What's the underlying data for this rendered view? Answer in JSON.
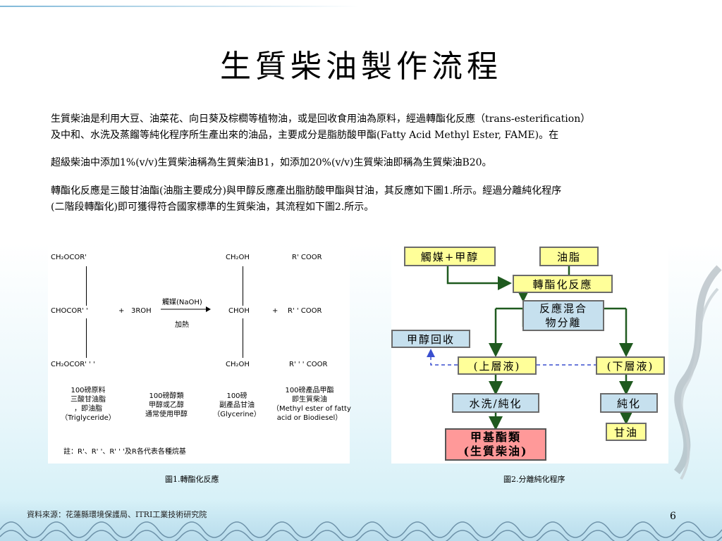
{
  "title": "生質柴油製作流程",
  "paragraphs": {
    "p1_l1": "生質柴油是利用大豆、油菜花、向日葵及棕櫚等植物油，或是回收食用油為原料，經過轉酯化反應（trans-esterification）",
    "p1_l2": "及中和、水洗及蒸餾等純化程序所生產出來的油品，主要成分是脂肪酸甲酯(Fatty Acid Methyl Ester, FAME)。在",
    "p2": "超級柴油中添加1%(v/v)生質柴油稱為生質柴油B1，如添加20%(v/v)生質柴油即稱為生質柴油B20。",
    "p3_l1": "轉酯化反應是三酸甘油酯(油脂主要成分)與甲醇反應產出脂肪酸甲酯與甘油，其反應如下圖1.所示。經過分離純化程序",
    "p3_l2": "(二階段轉酯化)即可獲得符合國家標準的生質柴油，其流程如下圖2.所示。"
  },
  "fig1": {
    "r1a": "CH₂OCOR'",
    "r1b": "CH₂OH",
    "r1c": "R'  COOR",
    "r2a": "CHOCOR' '",
    "r2plus1": "+",
    "r2b": "3ROH",
    "catalyst": "觸媒(NaOH)",
    "heat": "加熱",
    "r2c": "CHOH",
    "r2plus2": "+",
    "r2d": "R' ' COOR",
    "r3a": "CH₂OCOR' ' '",
    "r3b": "CH₂OH",
    "r3c": "R' ' ' COOR",
    "lab1": [
      "100磅原料",
      "三酸甘油脂",
      "，即油脂",
      "（Triglyceride）"
    ],
    "lab2": [
      "100磅醇類",
      "甲醇或乙醇",
      "通常使用甲醇"
    ],
    "lab3": [
      "100磅",
      "副產品甘油",
      "（Glycerine）"
    ],
    "lab4": [
      "100磅產品甲酯",
      "即生質柴油",
      "（Methyl ester of fatty",
      "acid or Biodiesel）"
    ],
    "note": "註：R'、R' '、R' ' '及R各代表各種烷基"
  },
  "fig2": {
    "catalyst_methanol": "觸媒+甲醇",
    "oil": "油脂",
    "transesterification": "轉酯化反應",
    "separation_l1": "反應混合",
    "separation_l2": "物分離",
    "methanol_recovery": "甲醇回收",
    "upper": "(上層液)",
    "lower": "(下層液)",
    "wash": "水洗/純化",
    "purify": "純化",
    "product_l1": "甲基酯類",
    "product_l2": "(生質柴油)",
    "glycerin": "甘油"
  },
  "captions": {
    "fig1": "圖1.轉酯化反應",
    "fig2": "圖2.分離純化程序"
  },
  "footer": {
    "source": "資料來源：花蓮縣環境保護局、ITRI工業技術研究院",
    "page": "6"
  }
}
